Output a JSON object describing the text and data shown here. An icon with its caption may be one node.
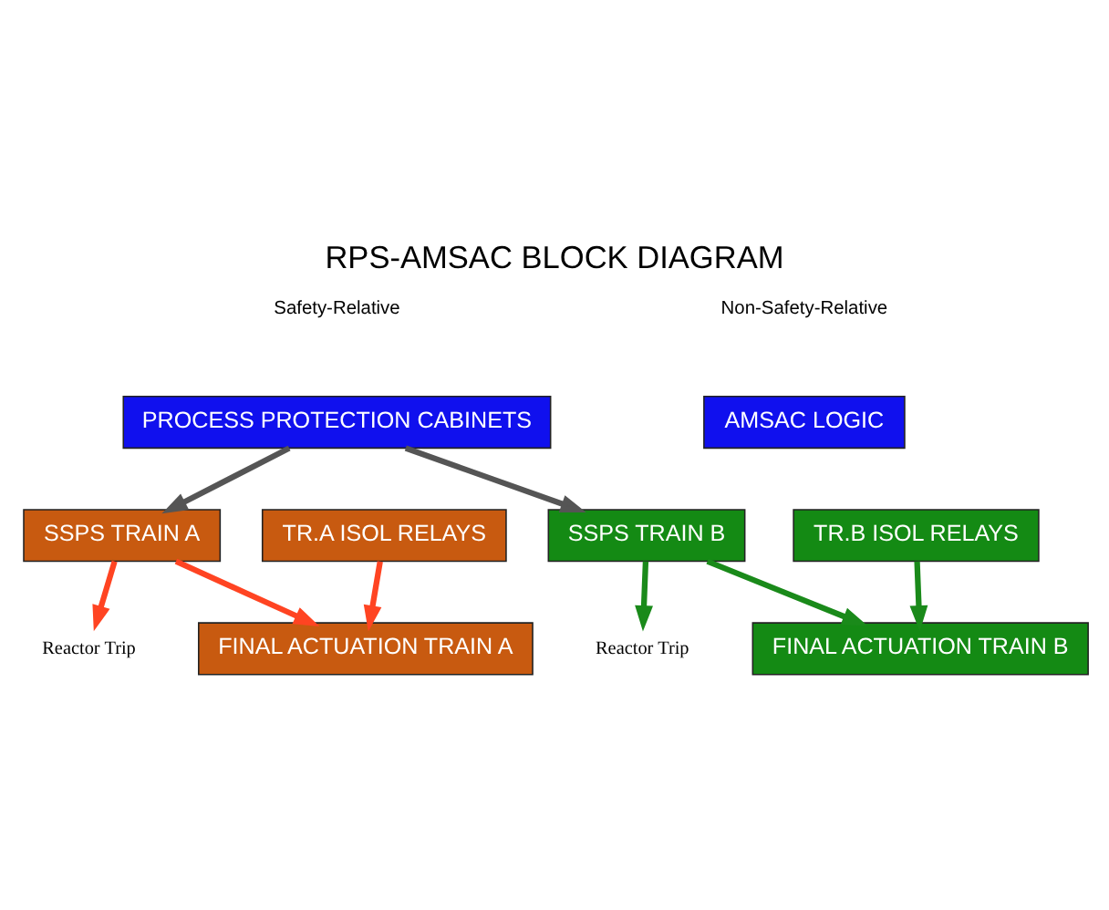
{
  "diagram": {
    "title": "RPS-AMSAC BLOCK DIAGRAM",
    "nodes": [
      {
        "text": [
          "PROCESS PROTECTION CABINETS"
        ]
      },
      {
        "text": [
          "AMSAC LOGIC"
        ]
      },
      {
        "text": [
          "TR.A ISOL RELAYS"
        ]
      },
      {
        "text": [
          "TR.B ISOL RELAYS"
        ]
      },
      {
        "text": [
          "SSPS TRAIN A"
        ]
      },
      {
        "text": [
          "SSPS TRAIN B"
        ]
      },
      {
        "text": [
          "Reactor Trip"
        ]
      },
      {
        "text": [
          "Reactor Trip"
        ]
      },
      {
        "text": [
          "FINAL ACTUATION TRAIN A"
        ]
      },
      {
        "text": [
          "FINAL ACTUATION TRAIN B"
        ]
      }
    ],
    "edges": [
      {
        "from": 0,
        "to": 4,
        "arrow": "to",
        "color": "#555555"
      },
      {
        "from": 0,
        "to": 5,
        "arrow": "to",
        "color": "#555555"
      },
      {
        "from": 4,
        "to": 6,
        "arrow": "to",
        "color": "#ff4422"
      },
      {
        "from": 4,
        "to": 8,
        "arrow": "to",
        "color": "#ff4422"
      },
      {
        "from": 2,
        "to": 8,
        "arrow": "to",
        "color": "#ff4422"
      },
      {
        "from": 5,
        "to": 7,
        "arrow": "to",
        "color": "#1a8a1a"
      },
      {
        "from": 5,
        "to": 9,
        "arrow": "to",
        "color": "#1a8a1a"
      },
      {
        "from": 3,
        "to": 9,
        "arrow": "to",
        "color": "#1a8a1a"
      }
    ],
    "labels": [
      "Safety-Relative",
      "Non-Safety-Relative"
    ]
  }
}
